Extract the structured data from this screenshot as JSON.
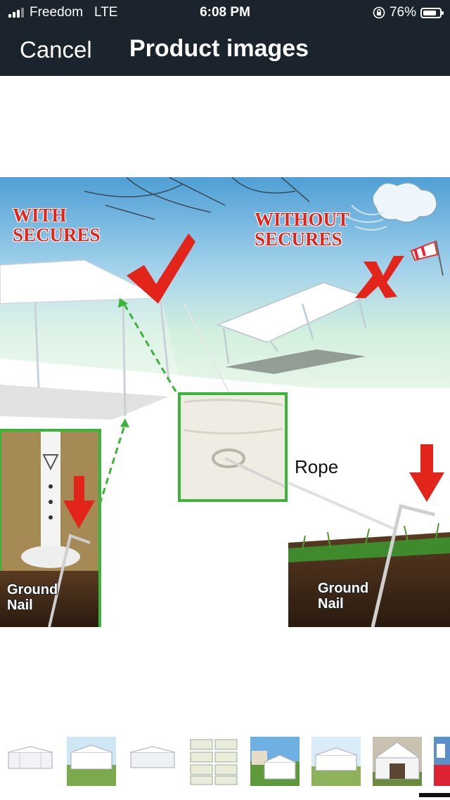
{
  "status_bar": {
    "carrier": "Freedom",
    "network": "LTE",
    "time": "6:08 PM",
    "battery": "76%"
  },
  "nav": {
    "cancel_label": "Cancel",
    "title": "Product images"
  },
  "main_image": {
    "with_secures": "WITH\nSECURES",
    "without_secures": "WITHOUT\nSECURES",
    "rope_label": "Rope",
    "ground_nail_left": "Ground\nNail",
    "ground_nail_right": "Ground\nNail"
  },
  "thumbnails": {
    "count": 9,
    "selected_index": 8
  },
  "colors": {
    "header_bg": "#1b232d",
    "accent_red": "#e3241b",
    "frame_green": "#3ab53a"
  }
}
